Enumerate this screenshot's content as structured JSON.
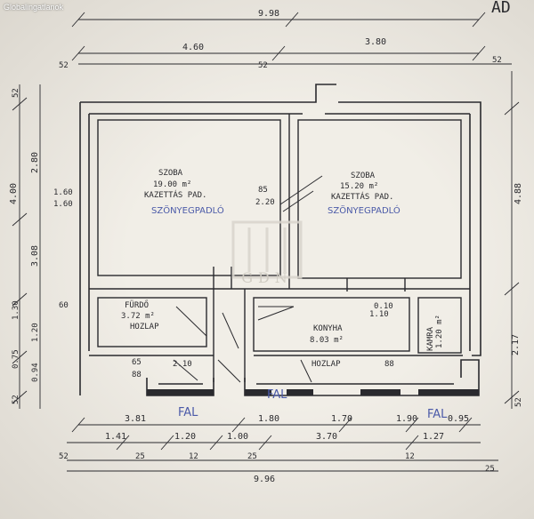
{
  "watermark": {
    "top_text": "Globalingatlanok",
    "logo_text": "GDN"
  },
  "title_fragment": "AD",
  "rooms": [
    {
      "name": "SZOBA",
      "area": "19.00 m²",
      "floor": "KAZETTÁS PAD.",
      "note": "SZÖNYEGPADLÓ"
    },
    {
      "name": "SZOBA",
      "area": "15.20 m²",
      "floor": "KAZETTÁS PAD.",
      "note": "SZÖNYEGPADLÓ"
    },
    {
      "name": "FÜRDŐ",
      "area": "3.72 m²",
      "floor": "HOZLAP"
    },
    {
      "name": "KONYHA",
      "area": "8.03 m²",
      "floor": "HOZLAP"
    },
    {
      "name": "KAMRA",
      "area": "1.20 m²"
    }
  ],
  "dims_top": {
    "overall": "9.98",
    "left": "4.60",
    "right": "3.80",
    "wall_l": "52",
    "wall_mid": "52",
    "wall_r": "52"
  },
  "dims_bottom_row1": [
    "3.81",
    "1.80",
    "1.70",
    "1.90",
    "0.95"
  ],
  "dims_bottom_row2": [
    "1.41",
    "1.20",
    "1.00",
    "3.70",
    "1.27"
  ],
  "dims_bottom_small": [
    "25",
    "12",
    "25",
    "12",
    "25"
  ],
  "dims_bottom_overall": "9.96",
  "dims_bottom_wall": "52",
  "dims_left": [
    "52",
    "2.80",
    "4.00",
    "1.60",
    "3.08",
    "1.30",
    "1.20",
    "0.75",
    "0.94",
    "52"
  ],
  "dims_right": [
    "4.88",
    "2.17",
    "52"
  ],
  "wall_marks": [
    "85",
    "2.20",
    "1.60",
    "0.10",
    "1.10",
    "2.10",
    "65",
    "88",
    "88",
    "60"
  ],
  "pencil_marks": [
    "FAL",
    "FAL",
    "FAL"
  ],
  "colors": {
    "ink": "#2a2a2e",
    "pencil": "#4b5aa8",
    "paper": "#f1eee7"
  }
}
